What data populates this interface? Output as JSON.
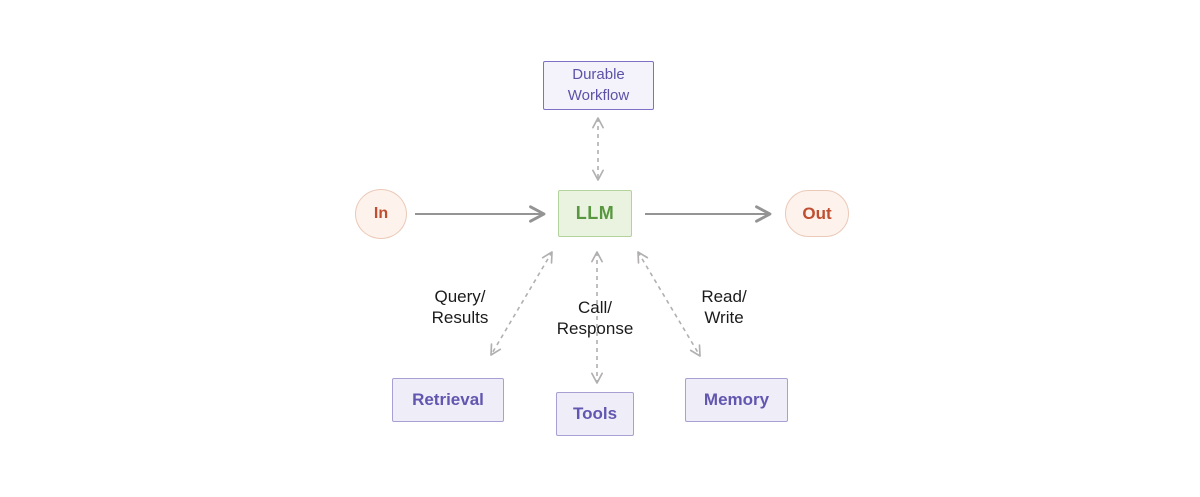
{
  "colors": {
    "purple_border": "#7e70c4",
    "purple_text": "#5b52a8",
    "lavender_fill": "#f4f2fb",
    "box_purple_border": "#a8a0d3",
    "box_purple_fill": "#efedf8",
    "box_purple_text": "#6156b0",
    "green_border": "#b4d29c",
    "green_fill": "#e9f3e0",
    "green_text": "#58973f",
    "peach_border": "#ebc9b8",
    "peach_fill": "#fdf2ec",
    "peach_text": "#c04e30",
    "solid_arrow": "#949494",
    "dashed_arrow": "#b1afaf",
    "label_text": "#1b1b1b"
  },
  "nodes": {
    "durable_workflow": {
      "line1": "Durable",
      "line2": "Workflow"
    },
    "llm": {
      "label": "LLM"
    },
    "in": {
      "label": "In"
    },
    "out": {
      "label": "Out"
    },
    "retrieval": {
      "label": "Retrieval"
    },
    "tools": {
      "label": "Tools"
    },
    "memory": {
      "label": "Memory"
    }
  },
  "edge_labels": {
    "query_results": {
      "line1": "Query/",
      "line2": "Results"
    },
    "call_response": {
      "line1": "Call/",
      "line2": "Response"
    },
    "read_write": {
      "line1": "Read/",
      "line2": "Write"
    }
  },
  "edges": [
    {
      "from": "In",
      "to": "LLM",
      "style": "solid",
      "arrows": "one-way",
      "label": ""
    },
    {
      "from": "LLM",
      "to": "Out",
      "style": "solid",
      "arrows": "one-way",
      "label": ""
    },
    {
      "from": "LLM",
      "to": "Durable Workflow",
      "style": "dashed",
      "arrows": "two-way",
      "label": ""
    },
    {
      "from": "LLM",
      "to": "Retrieval",
      "style": "dashed",
      "arrows": "two-way",
      "label": "Query/Results"
    },
    {
      "from": "LLM",
      "to": "Tools",
      "style": "dashed",
      "arrows": "two-way",
      "label": "Call/Response"
    },
    {
      "from": "LLM",
      "to": "Memory",
      "style": "dashed",
      "arrows": "two-way",
      "label": "Read/Write"
    }
  ]
}
